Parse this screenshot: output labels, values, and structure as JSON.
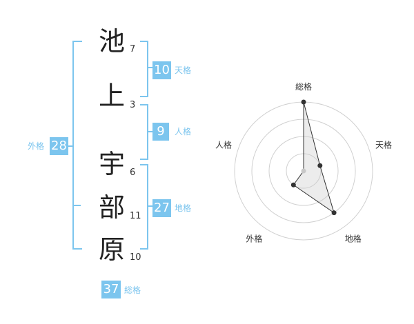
{
  "name": {
    "chars": [
      {
        "char": "池",
        "strokes": "7"
      },
      {
        "char": "上",
        "strokes": "3"
      },
      {
        "char": "宇",
        "strokes": "6"
      },
      {
        "char": "部",
        "strokes": "11"
      },
      {
        "char": "原",
        "strokes": "10"
      }
    ]
  },
  "fortunes": {
    "tenkaku": {
      "value": "10",
      "label": "天格"
    },
    "jinkaku": {
      "value": "9",
      "label": "人格"
    },
    "chikaku": {
      "value": "27",
      "label": "地格"
    },
    "gaikaku": {
      "value": "28",
      "label": "外格"
    },
    "soukaku": {
      "value": "37",
      "label": "総格"
    }
  },
  "colors": {
    "accent": "#7cc5ee"
  },
  "chart_data": {
    "type": "radar",
    "axes": [
      "総格",
      "天格",
      "地格",
      "外格",
      "人格"
    ],
    "max": 4,
    "values": [
      4,
      1,
      3,
      1,
      0
    ]
  }
}
